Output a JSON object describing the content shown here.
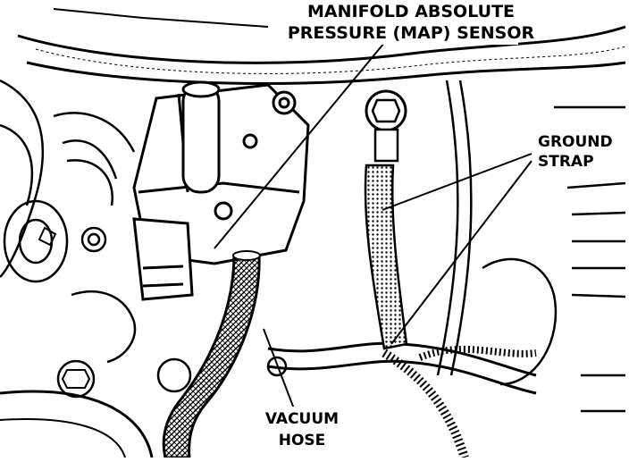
{
  "labels": {
    "map_sensor_line1": "MANIFOLD ABSOLUTE",
    "map_sensor_line2": "PRESSURE (MAP) SENSOR",
    "ground_strap_line1": "GROUND",
    "ground_strap_line2": "STRAP",
    "vacuum_hose_line1": "VACUUM",
    "vacuum_hose_line2": "HOSE"
  },
  "colors": {
    "ink": "#000000",
    "paper": "#ffffff"
  }
}
